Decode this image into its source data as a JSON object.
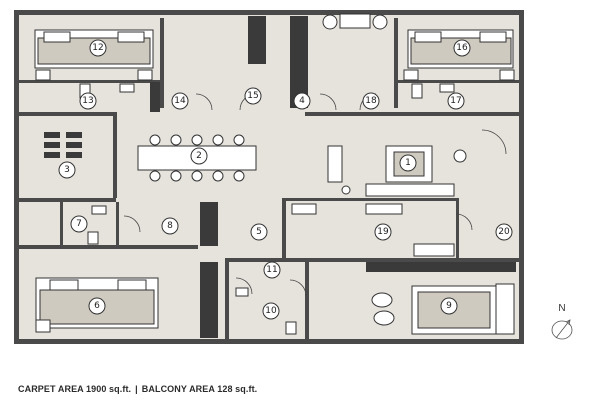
{
  "rooms": [
    {
      "id": "12"
    },
    {
      "id": "16"
    },
    {
      "id": "13"
    },
    {
      "id": "14"
    },
    {
      "id": "15"
    },
    {
      "id": "4"
    },
    {
      "id": "18"
    },
    {
      "id": "17"
    },
    {
      "id": "2"
    },
    {
      "id": "1"
    },
    {
      "id": "3"
    },
    {
      "id": "7"
    },
    {
      "id": "8"
    },
    {
      "id": "5"
    },
    {
      "id": "19"
    },
    {
      "id": "20"
    },
    {
      "id": "11"
    },
    {
      "id": "6"
    },
    {
      "id": "10"
    },
    {
      "id": "9"
    }
  ],
  "compass": {
    "label": "N"
  },
  "caption": {
    "carpet": "CARPET AREA 1900 sq.ft.",
    "separator": "|",
    "balcony": "BALCONY AREA 128 sq.ft."
  }
}
